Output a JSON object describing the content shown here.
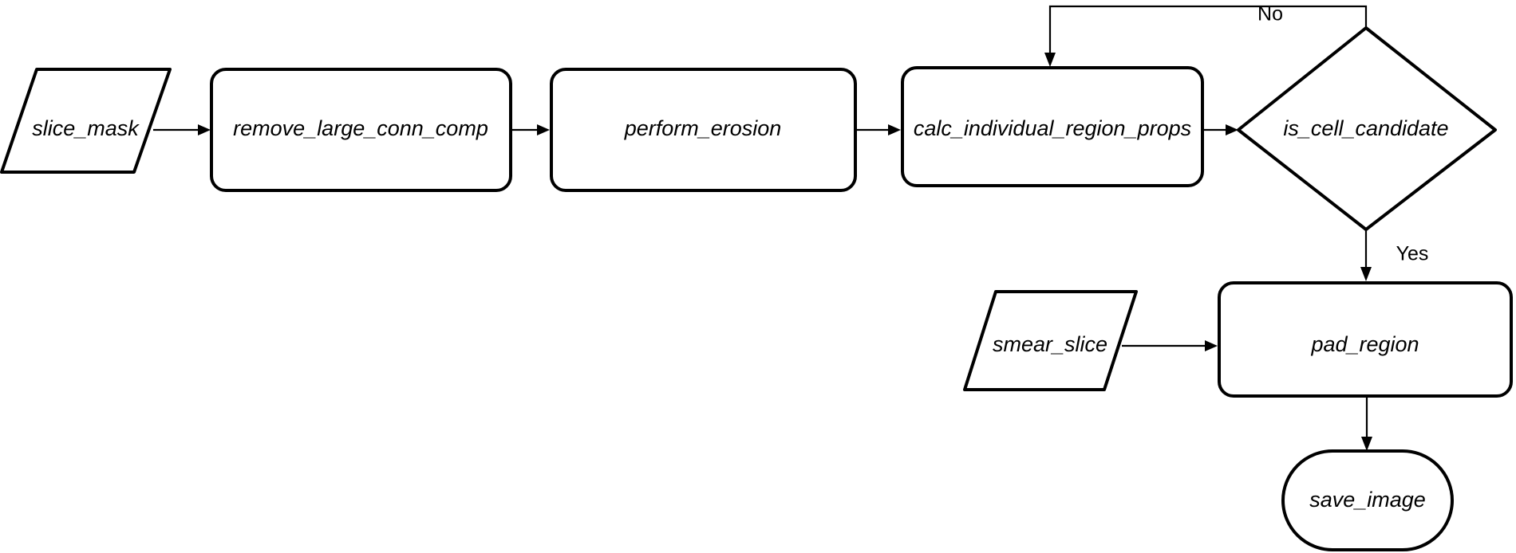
{
  "diagram": {
    "title": "Cell candidate extraction flowchart",
    "background_color": "#ffffff",
    "stroke_color": "#000000",
    "nodes": [
      {
        "id": "slice_mask",
        "label": "slice_mask",
        "shape": "parallelogram",
        "role": "data-input"
      },
      {
        "id": "remove_large_conn_comp",
        "label": "remove_large_conn_comp",
        "shape": "rounded-rect",
        "role": "process"
      },
      {
        "id": "perform_erosion",
        "label": "perform_erosion",
        "shape": "rounded-rect",
        "role": "process"
      },
      {
        "id": "calc_individual_region_props",
        "label": "calc_individual_region_props",
        "shape": "rounded-rect",
        "role": "process"
      },
      {
        "id": "is_cell_candidate",
        "label": "is_cell_candidate",
        "shape": "diamond",
        "role": "decision"
      },
      {
        "id": "smear_slice",
        "label": "smear_slice",
        "shape": "parallelogram",
        "role": "data-input"
      },
      {
        "id": "pad_region",
        "label": "pad_region",
        "shape": "rounded-rect",
        "role": "process"
      },
      {
        "id": "save_image",
        "label": "save_image",
        "shape": "stadium",
        "role": "terminator"
      }
    ],
    "edges": [
      {
        "id": "e1",
        "from": "slice_mask",
        "to": "remove_large_conn_comp",
        "label": ""
      },
      {
        "id": "e2",
        "from": "remove_large_conn_comp",
        "to": "perform_erosion",
        "label": ""
      },
      {
        "id": "e3",
        "from": "perform_erosion",
        "to": "calc_individual_region_props",
        "label": ""
      },
      {
        "id": "e4",
        "from": "calc_individual_region_props",
        "to": "is_cell_candidate",
        "label": ""
      },
      {
        "id": "e5",
        "from": "is_cell_candidate",
        "to": "calc_individual_region_props",
        "label": "No"
      },
      {
        "id": "e6",
        "from": "is_cell_candidate",
        "to": "pad_region",
        "label": "Yes"
      },
      {
        "id": "e7",
        "from": "smear_slice",
        "to": "pad_region",
        "label": ""
      },
      {
        "id": "e8",
        "from": "pad_region",
        "to": "save_image",
        "label": ""
      }
    ],
    "edge_labels": {
      "no": "No",
      "yes": "Yes"
    }
  }
}
